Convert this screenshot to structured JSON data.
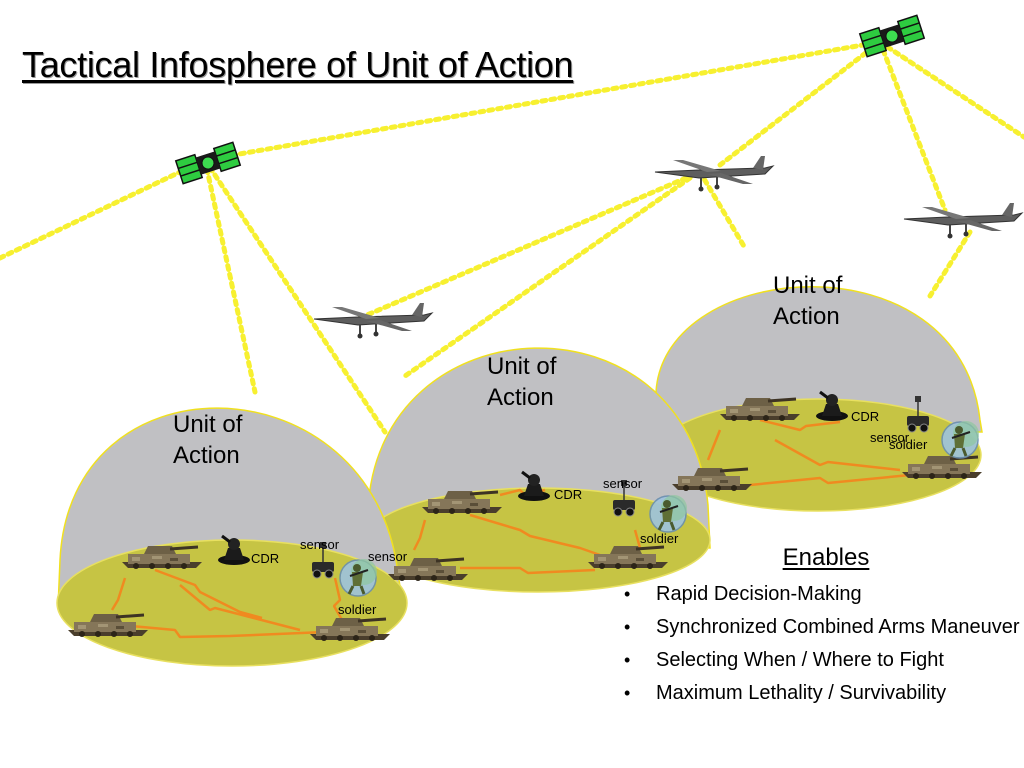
{
  "title": "Tactical Infosphere of Unit of Action",
  "units": [
    {
      "label_line1": "Unit of",
      "label_line2": "Action",
      "cdr": "CDR",
      "sensor": "sensor",
      "sensor_overlap": "sensor",
      "soldier": "soldier"
    },
    {
      "label_line1": "Unit of",
      "label_line2": "Action",
      "cdr": "CDR",
      "sensor": "sensor",
      "soldier": "soldier"
    },
    {
      "label_line1": "Unit of",
      "label_line2": "Action",
      "cdr": "CDR",
      "sensor": "sensor",
      "soldier": "soldier"
    }
  ],
  "enables": {
    "heading": "Enables",
    "items": [
      "Rapid Decision-Making",
      "Synchronized Combined Arms Maneuver",
      "Selecting When / Where to Fight",
      "Maximum Lethality / Survivability"
    ]
  },
  "colors": {
    "dome": "#c0c0c3",
    "dome_outline": "#f0e020",
    "ground": "#c6c444",
    "link_dots": "#f7f030",
    "lightning": "#f08a20",
    "satellite_panels": "#2ecc40"
  },
  "icons": [
    "satellite-icon",
    "uav-icon",
    "tank-icon",
    "commander-icon",
    "sensor-robot-icon",
    "soldier-icon"
  ]
}
